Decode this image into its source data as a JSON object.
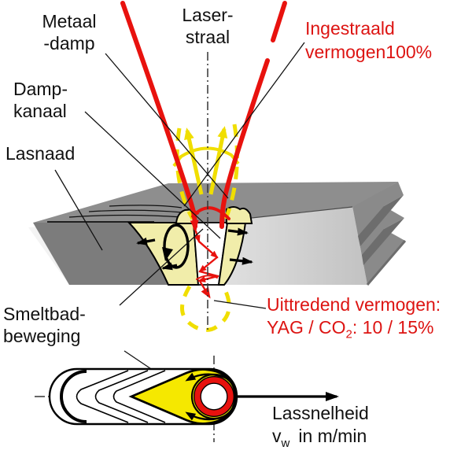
{
  "colors": {
    "laser_red": "#e8120e",
    "red_text": "#dd1412",
    "vapor_yellow": "#f0de00",
    "pool_yellow": "#f5e800",
    "melt_cream": "#f1edaa",
    "steel_top": "#8e8e8e",
    "steel_cut": "#7c7c7c",
    "steel_front_light": "#f1f1f1",
    "steel_front_dark": "#c5c5c5",
    "broken_edge_dark": "#6d6d6d"
  },
  "labels": {
    "metaal_damp": {
      "line1": "Metaal",
      "line2": "-damp"
    },
    "laser_straal": {
      "line1": "Laser-",
      "line2": "straal"
    },
    "ingestraald": {
      "line1": "Ingestraald",
      "line2": "vermogen100%"
    },
    "damp_kanaal": {
      "line1": "Damp-",
      "line2": "kanaal"
    },
    "lasnaad": {
      "text": "Lasnaad"
    },
    "smeltbad": {
      "line1": "Smeltbad-",
      "line2": "beweging"
    },
    "uittredend": {
      "line1": "Uittredend vermogen:",
      "line2_pre": "YAG / CO",
      "line2_sub": "2",
      "line2_post": ": 10 / 15%"
    },
    "lassnelheid": {
      "line1": "Lassnelheid",
      "line2_pre": "v",
      "line2_sub": "w",
      "line2_post": "in m/min"
    }
  }
}
